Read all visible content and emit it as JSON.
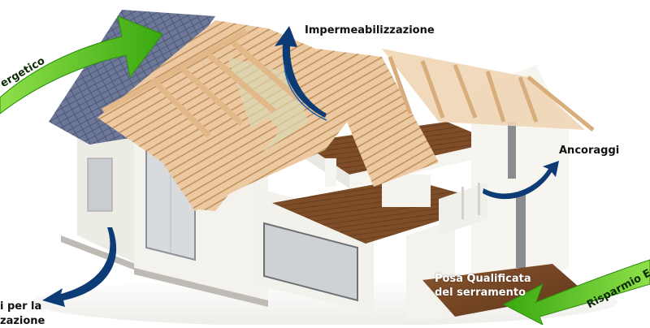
{
  "diagram": {
    "subject": "Cutaway 3D illustration of a house showing roof structure, floors and windows",
    "colors": {
      "background": "#ffffff",
      "green_arrow": "#4cbb17",
      "green_arrow_dark": "#2e8b0e",
      "blue_arrow": "#0d3b75",
      "roof_tiles": "#6f7a9a",
      "timber": "#e8c49a",
      "timber_dark": "#c99a68",
      "walls": "#f1efe8",
      "wood_floor": "#7a4a26",
      "label_text": "#111111"
    },
    "labels": {
      "top_left_arrow_text": "ergetico",
      "roof": "Impermeabilizzazione",
      "anchors": "Ancoraggi",
      "window_install_line1": "Posa Qualificata",
      "window_install_line2": "del serramento",
      "bottom_right_arrow_text": "Risparmio Ene",
      "bottom_left_line1": "i per la",
      "bottom_left_line2": "zazione"
    },
    "arrows": [
      {
        "id": "green-top-left",
        "color": "green",
        "direction": "up-right",
        "label_ref": "top_left_arrow_text"
      },
      {
        "id": "blue-roof",
        "color": "blue",
        "direction": "up",
        "label_ref": "roof"
      },
      {
        "id": "blue-anchors",
        "color": "blue",
        "direction": "up-right",
        "label_ref": "anchors"
      },
      {
        "id": "blue-bottom-left",
        "color": "blue",
        "direction": "down-left",
        "label_ref": "bottom_left_line1"
      },
      {
        "id": "green-bottom-right",
        "color": "green",
        "direction": "down-left",
        "label_ref": "bottom_right_arrow_text"
      }
    ]
  }
}
